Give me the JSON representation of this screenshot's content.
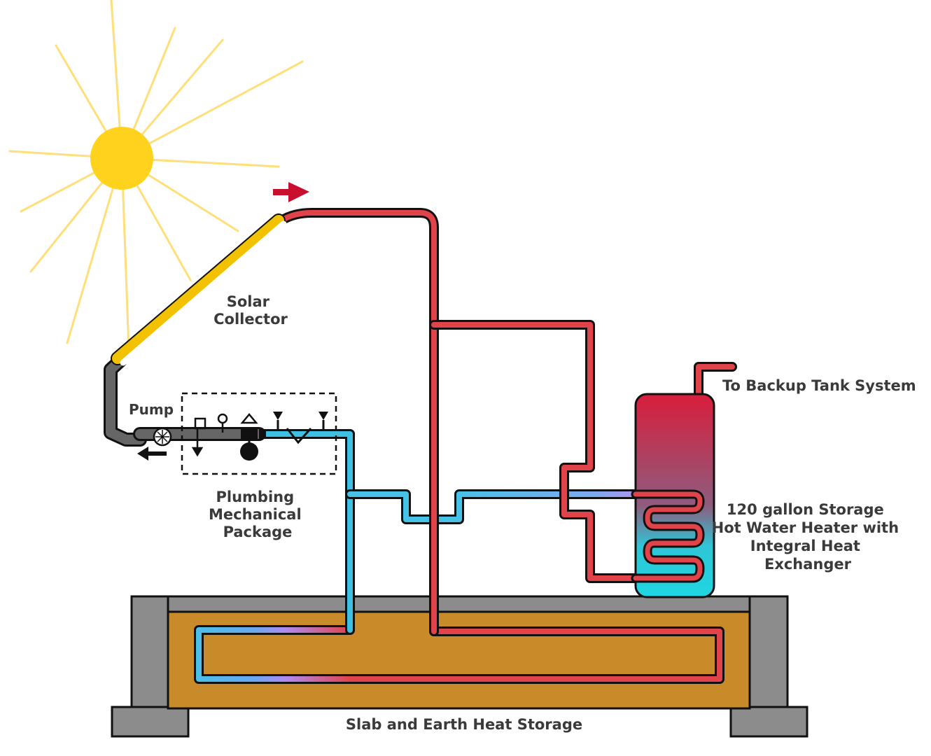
{
  "labels": {
    "solar_collector": [
      "Solar",
      "Collector"
    ],
    "pump": "Pump",
    "plumbing_package": [
      "Plumbing",
      "Mechanical",
      "Package"
    ],
    "backup": "To Backup Tank System",
    "storage_heater": [
      "120 gallon Storage",
      "Hot Water Heater with",
      "Integral Heat",
      "Exchanger"
    ],
    "slab": "Slab and Earth Heat Storage"
  },
  "colors": {
    "sun": "#FFD21E",
    "sun_rays": "#FFDF7A",
    "hot_pipe": "#E0434A",
    "cold_pipe": "#3FC0E3",
    "collector_frame": "#F2C200",
    "slab": "#C98A2A",
    "foundation": "#8C8C8C",
    "flow_arrow": "#C8102E"
  }
}
